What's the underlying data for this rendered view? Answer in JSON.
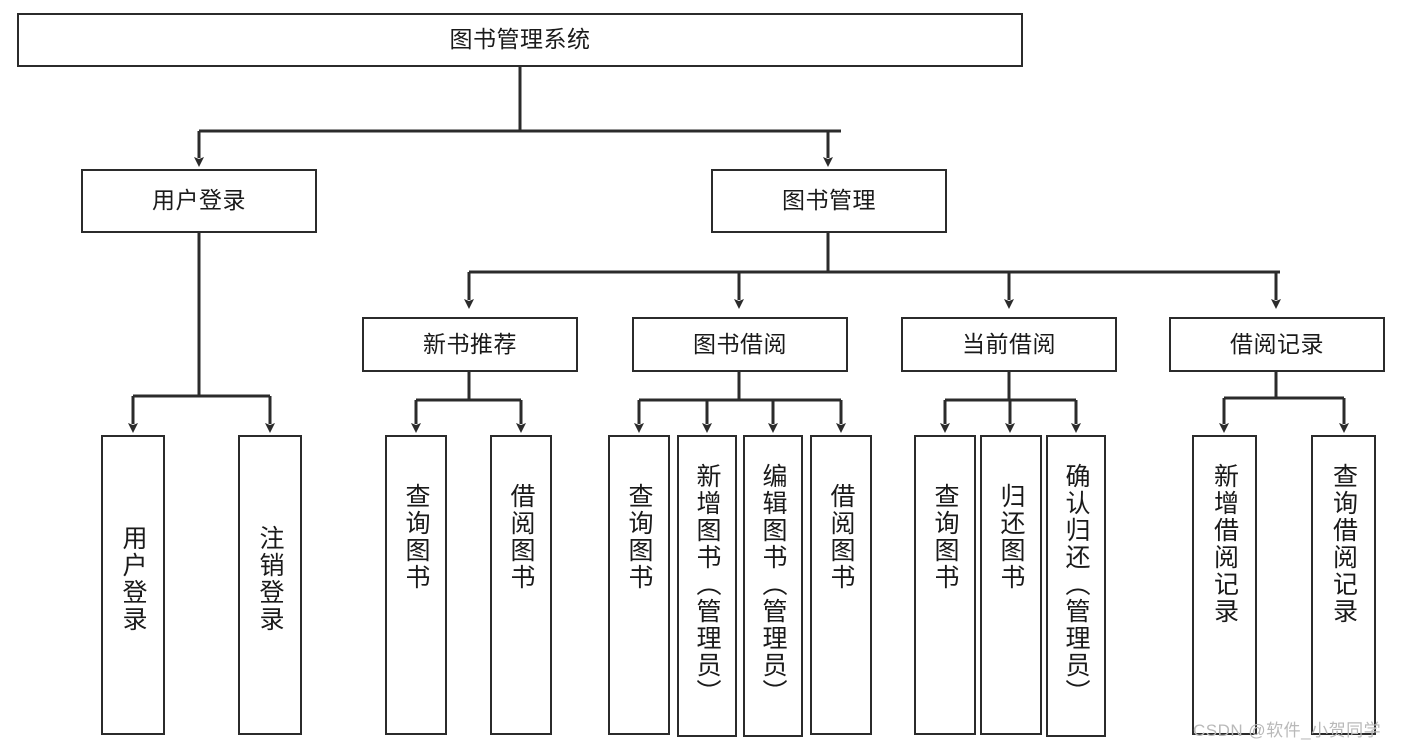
{
  "diagram": {
    "type": "tree-hierarchy",
    "title": "图书管理系统",
    "root": {
      "label": "图书管理系统"
    },
    "level2": [
      {
        "label": "用户登录"
      },
      {
        "label": "图书管理"
      }
    ],
    "level3": [
      {
        "label": "新书推荐"
      },
      {
        "label": "图书借阅"
      },
      {
        "label": "当前借阅"
      },
      {
        "label": "借阅记录"
      }
    ],
    "leaves": {
      "user_login": [
        {
          "label": "用户登录"
        },
        {
          "label": "注销登录"
        }
      ],
      "new_book_recommend": [
        {
          "label": "查询图书"
        },
        {
          "label": "借阅图书"
        }
      ],
      "book_borrow": [
        {
          "label": "查询图书"
        },
        {
          "label": "新增图书（管理员）"
        },
        {
          "label": "编辑图书（管理员）"
        },
        {
          "label": "借阅图书"
        }
      ],
      "current_borrow": [
        {
          "label": "查询图书"
        },
        {
          "label": "归还图书"
        },
        {
          "label": "确认归还（管理员）"
        }
      ],
      "borrow_record": [
        {
          "label": "新增借阅记录"
        },
        {
          "label": "查询借阅记录"
        }
      ]
    }
  },
  "watermark": {
    "text": "CSDN @软件_小贺同学"
  },
  "colors": {
    "box_border": "#2b2b2b",
    "box_fill": "#ffffff",
    "text": "#1a1a1a",
    "connector": "#2b2b2b",
    "watermark": "#b9b9b9",
    "background": "#ffffff"
  }
}
